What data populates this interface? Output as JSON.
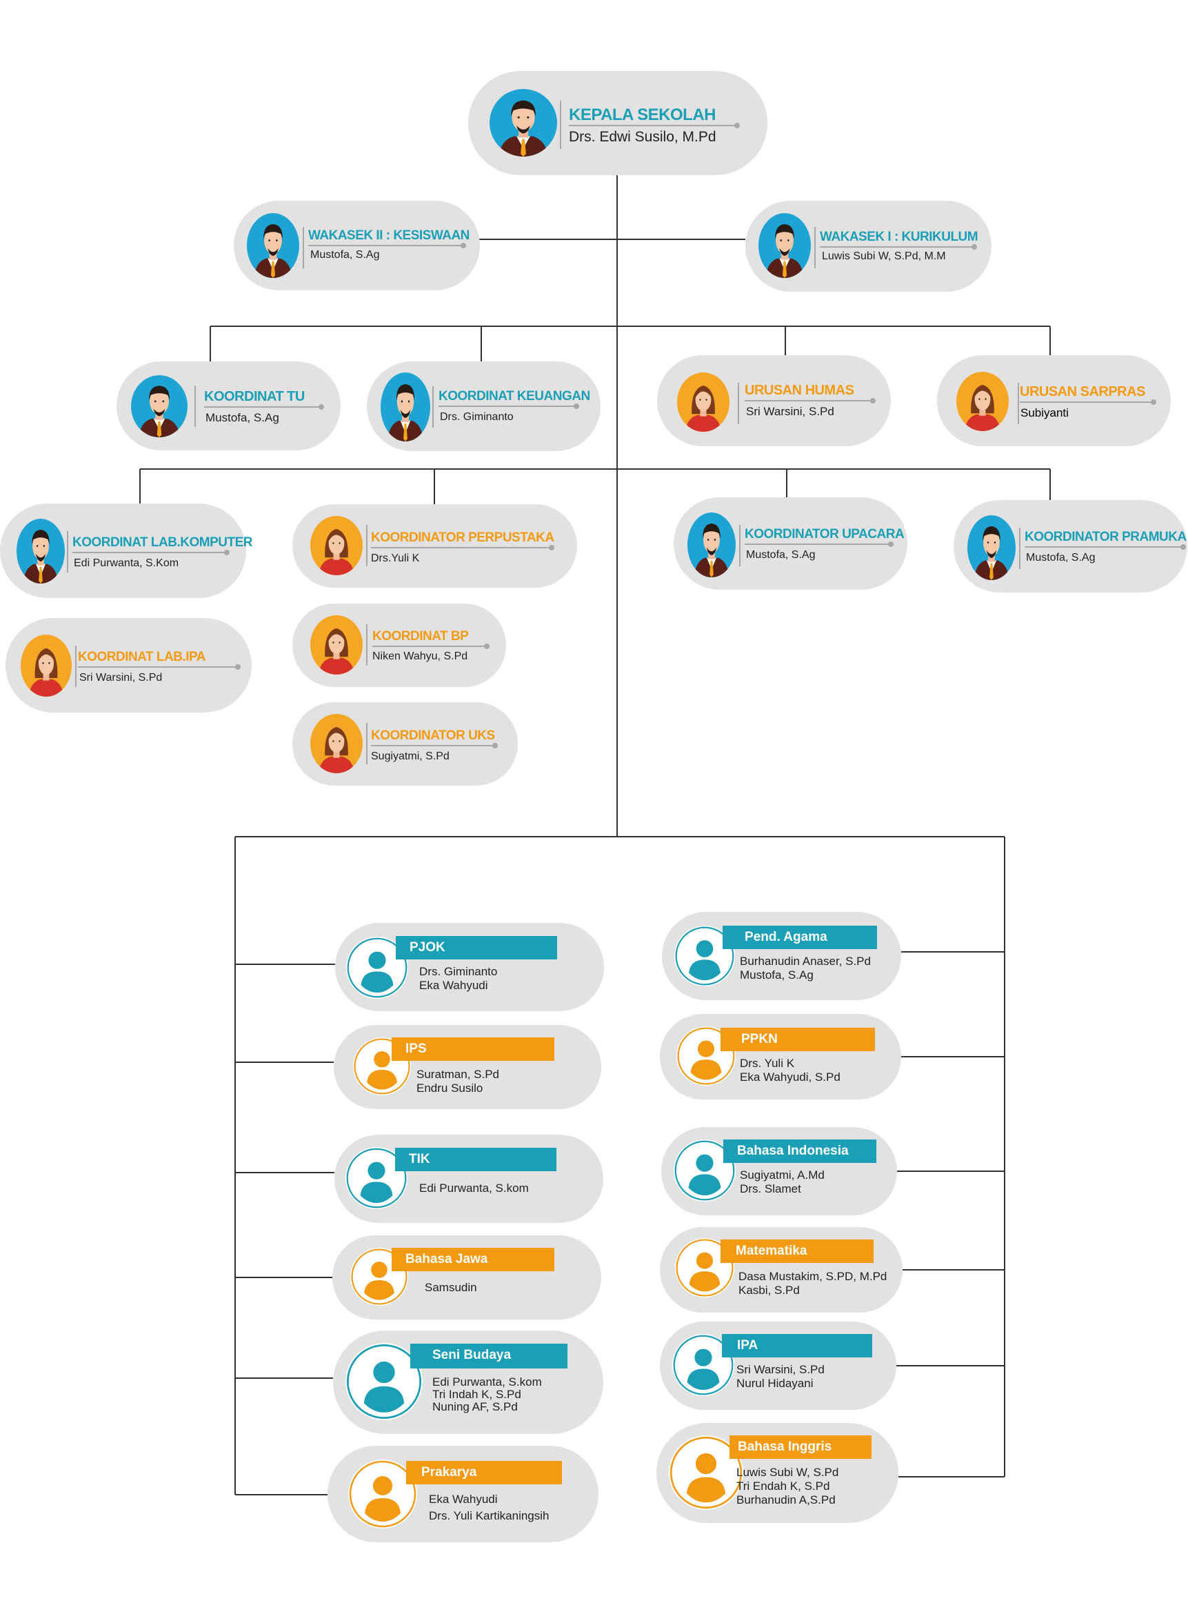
{
  "colors": {
    "teal": "#1a9fb6",
    "orange": "#f39a12",
    "avatar_male_bg": "#1ea4d4",
    "avatar_female_bg": "#f5a623",
    "card_bg": "#e2e2e2",
    "line": "#333333"
  },
  "head": {
    "title": "KEPALA SEKOLAH",
    "name": "Drs. Edwi Susilo, M.Pd",
    "avatar": "male-avatar-icon"
  },
  "wakasek": [
    {
      "title": "WAKASEK II : KESISWAAN",
      "name": "Mustofa, S.Ag",
      "avatar": "male-avatar-icon"
    },
    {
      "title": "WAKASEK I : KURIKULUM",
      "name": "Luwis  Subi W, S.Pd, M.M",
      "avatar": "male-avatar-icon"
    }
  ],
  "row3": [
    {
      "title": "KOORDINAT TU",
      "name": "Mustofa, S.Ag",
      "avatar": "male-avatar-icon"
    },
    {
      "title": "KOORDINAT KEUANGAN",
      "name": "Drs. Giminanto",
      "avatar": "male-avatar-icon"
    },
    {
      "title": "URUSAN HUMAS",
      "name": "Sri Warsini, S.Pd",
      "avatar": "female-avatar-icon"
    },
    {
      "title": "URUSAN SARPRAS",
      "name": "Subiyanti",
      "avatar": "female-avatar-icon"
    }
  ],
  "row4": [
    {
      "title": "KOORDINAT LAB.KOMPUTER",
      "name": "Edi Purwanta, S.Kom",
      "avatar": "male-avatar-icon"
    },
    {
      "title": "KOORDINATOR PERPUSTAKA",
      "name": "Drs.Yuli K",
      "avatar": "female-avatar-icon"
    },
    {
      "title": "KOORDINATOR UPACARA",
      "name": "Mustofa, S.Ag",
      "avatar": "male-avatar-icon"
    },
    {
      "title": "KOORDINATOR PRAMUKA",
      "name": "Mustofa, S.Ag",
      "avatar": "male-avatar-icon"
    },
    {
      "title": "KOORDINAT LAB.IPA",
      "name": "Sri Warsini, S.Pd",
      "avatar": "female-avatar-icon"
    },
    {
      "title": "KOORDINAT BP",
      "name": "Niken Wahyu, S.Pd",
      "avatar": "female-avatar-icon"
    },
    {
      "title": "KOORDINATOR UKS",
      "name": "Sugiyatmi, S.Pd",
      "avatar": "female-avatar-icon"
    }
  ],
  "subjects_left": [
    {
      "subject": "PJOK",
      "teachers": [
        "Drs. Giminanto",
        "Eka Wahyudi"
      ],
      "avatar": "person-icon"
    },
    {
      "subject": "IPS",
      "teachers": [
        "Suratman, S.Pd",
        "Endru Susilo"
      ],
      "avatar": "person-icon"
    },
    {
      "subject": "TIK",
      "teachers": [
        "Edi Purwanta, S.kom"
      ],
      "avatar": "person-icon"
    },
    {
      "subject": "Bahasa Jawa",
      "teachers": [
        "Samsudin"
      ],
      "avatar": "person-icon"
    },
    {
      "subject": "Seni Budaya",
      "teachers": [
        "Edi Purwanta, S.kom",
        "Tri Indah K, S.Pd",
        "Nuning AF, S.Pd"
      ],
      "avatar": "person-icon"
    },
    {
      "subject": "Prakarya",
      "teachers": [
        "Eka Wahyudi",
        "Drs. Yuli Kartikaningsih"
      ],
      "avatar": "person-icon"
    }
  ],
  "subjects_right": [
    {
      "subject": "Pend. Agama",
      "teachers": [
        "Burhanudin Anaser, S.Pd",
        "Mustofa, S.Ag"
      ],
      "avatar": "person-icon"
    },
    {
      "subject": "PPKN",
      "teachers": [
        "Drs. Yuli K",
        "Eka Wahyudi, S.Pd"
      ],
      "avatar": "person-icon"
    },
    {
      "subject": "Bahasa Indonesia",
      "teachers": [
        "Sugiyatmi, A.Md",
        "Drs. Slamet"
      ],
      "avatar": "person-icon"
    },
    {
      "subject": "Matematika",
      "teachers": [
        "Dasa Mustakim, S.PD, M.Pd",
        "Kasbi, S.Pd"
      ],
      "avatar": "person-icon"
    },
    {
      "subject": "IPA",
      "teachers": [
        "Sri Warsini, S.Pd",
        "Nurul Hidayani"
      ],
      "avatar": "person-icon"
    },
    {
      "subject": "Bahasa Inggris",
      "teachers": [
        "Luwis Subi W, S.Pd",
        "Tri Endah K, S.Pd",
        "Burhanudin A,S.Pd"
      ],
      "avatar": "person-icon"
    }
  ]
}
